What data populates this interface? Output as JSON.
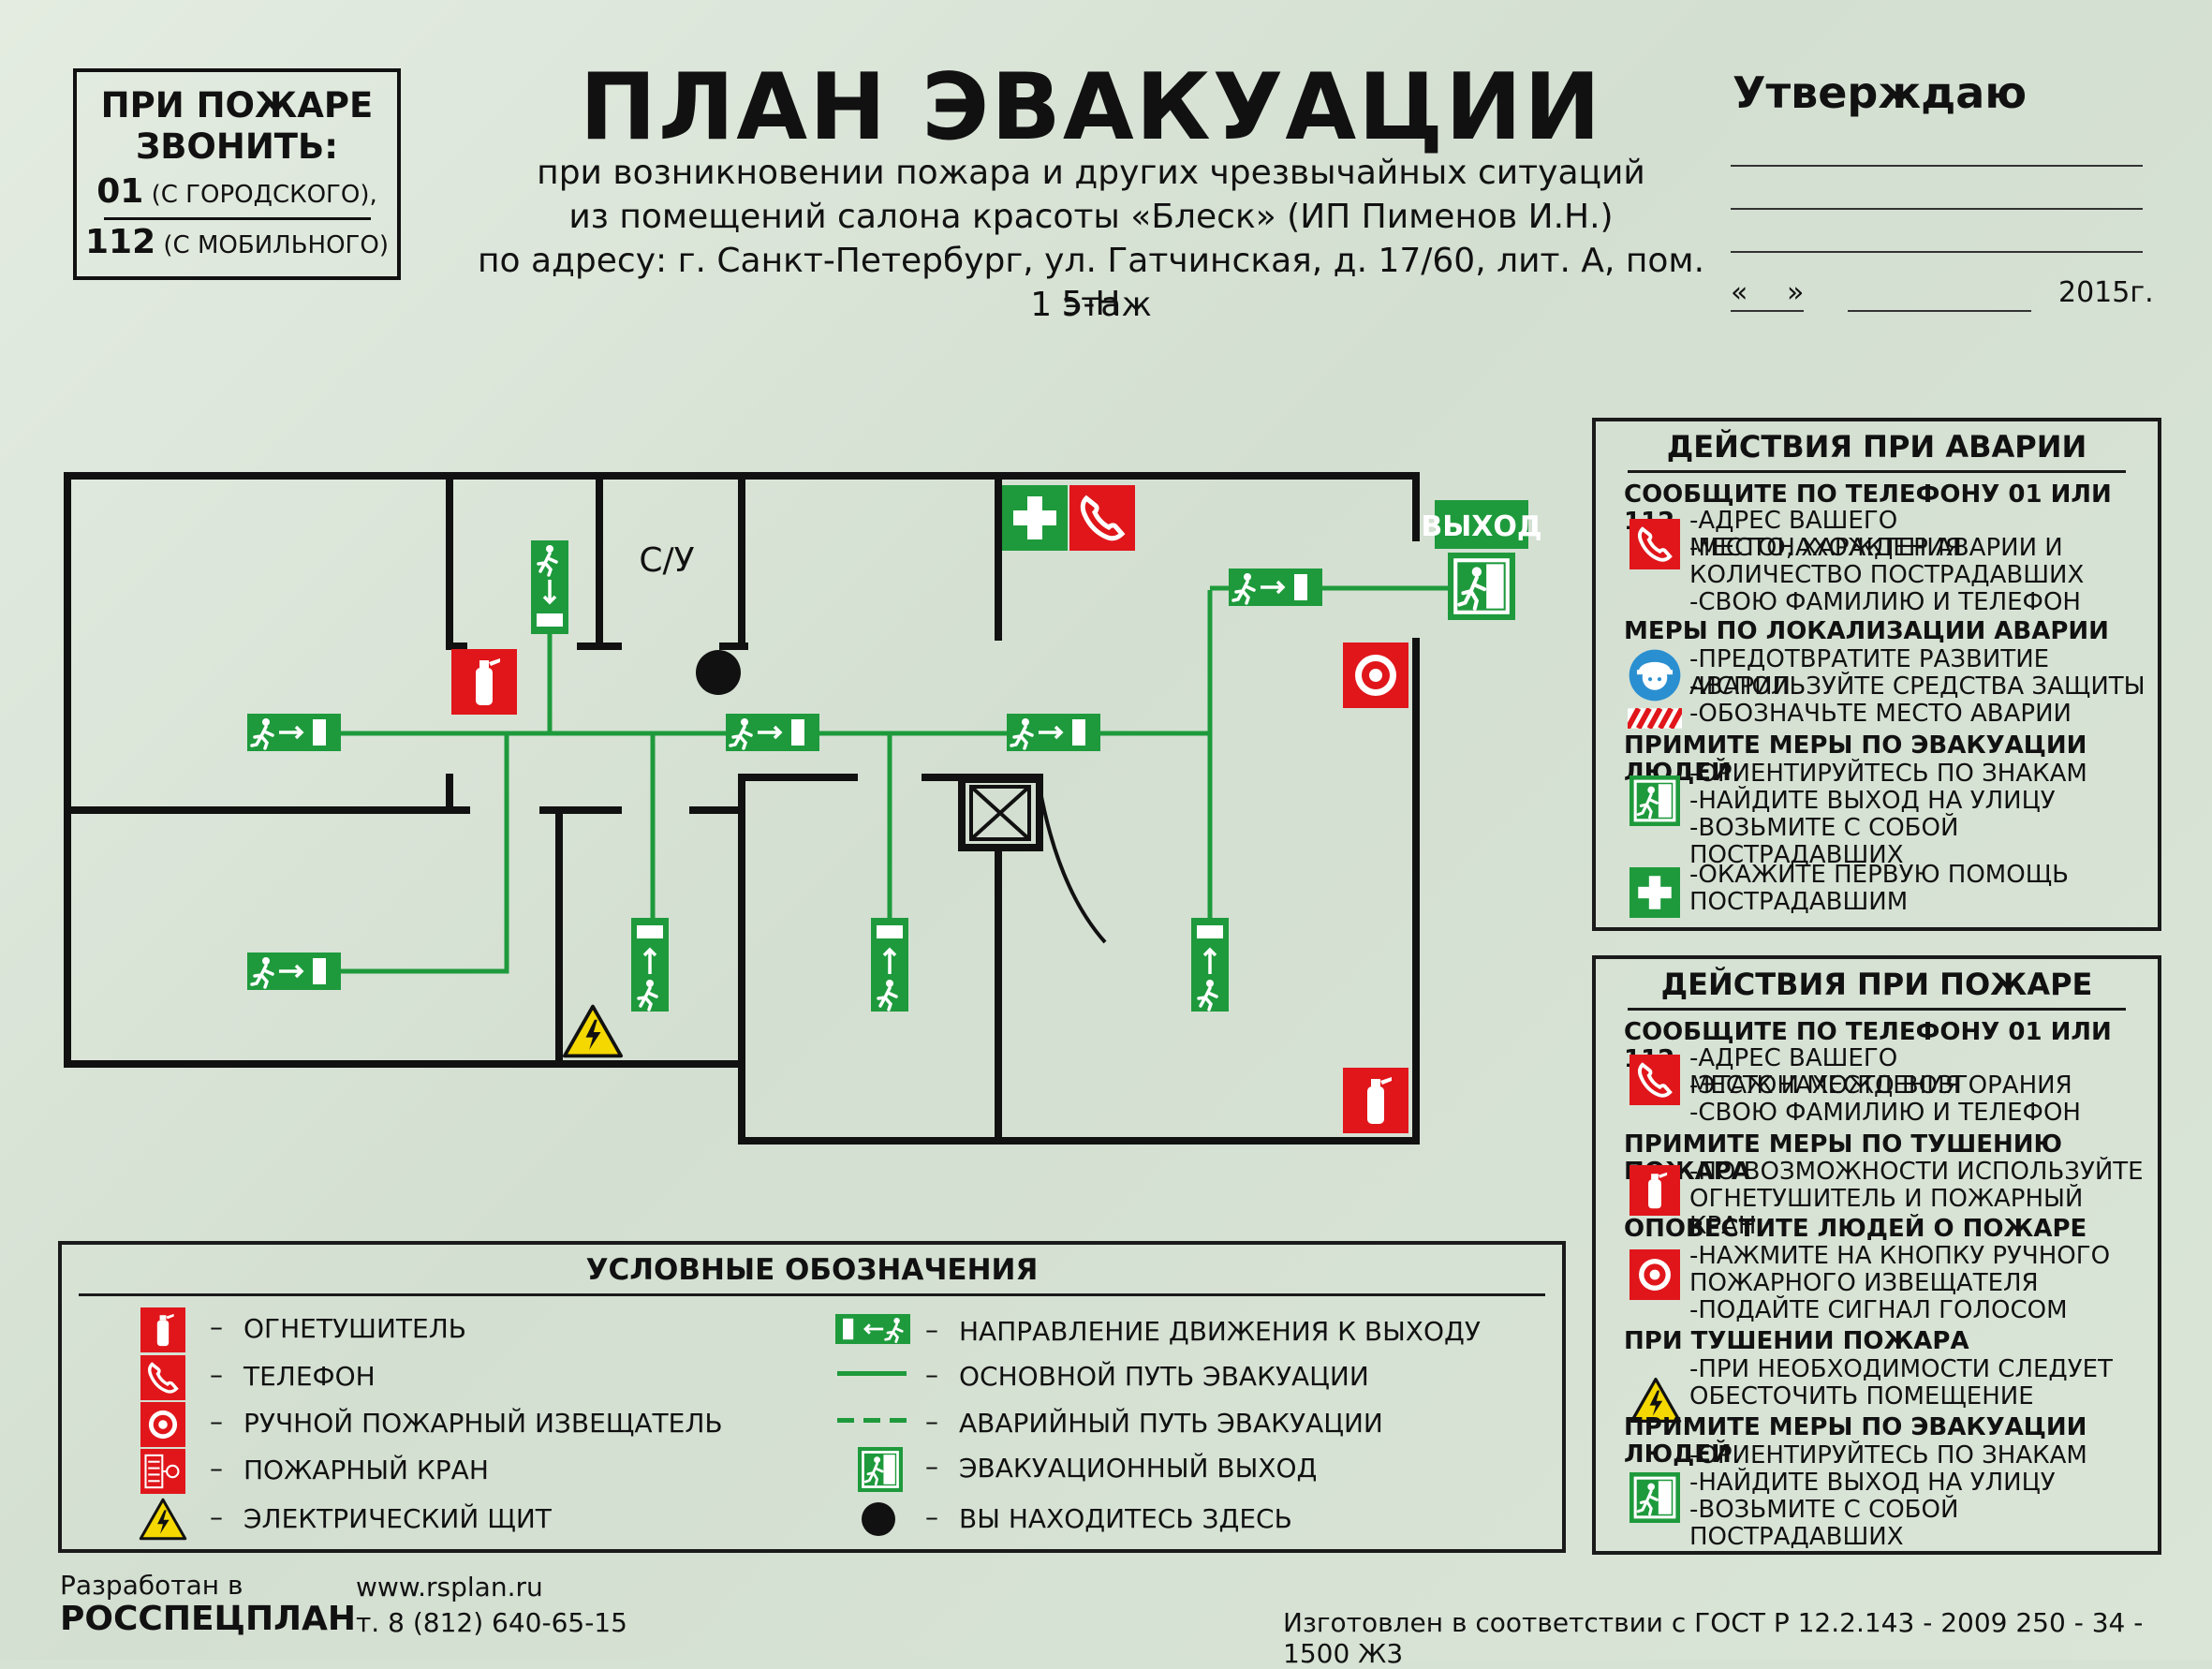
{
  "call_box": {
    "heading_line1": "ПРИ ПОЖАРЕ",
    "heading_line2": "ЗВОНИТЬ:",
    "city_number": "01",
    "city_note": "(С ГОРОДСКОГО),",
    "mobile_number": "112",
    "mobile_note": "(С МОБИЛЬНОГО)"
  },
  "header": {
    "title": "ПЛАН ЭВАКУАЦИИ",
    "line1": "при возникновении пожара и других чрезвычайных ситуаций",
    "line2": "из помещений салона красоты «Блеск» (ИП Пименов И.Н.)",
    "line3": "по адресу: г. Санкт-Петербург, ул. Гатчинская, д. 17/60, лит. А, пом. 5-Н",
    "line4": "1 этаж"
  },
  "approve": {
    "label": "Утверждаю",
    "date_open": "«",
    "date_close": "»",
    "year": "2015г."
  },
  "plan": {
    "room_label": "С/У",
    "exit_label": "ВЫХОД"
  },
  "accident_panel": {
    "title": "ДЕЙСТВИЯ ПРИ АВАРИИ",
    "s1_head": "СООБЩИТЕ ПО ТЕЛЕФОНУ  01 ИЛИ 112",
    "s1_l1": "-АДРЕС ВАШЕГО МЕСТОНАХОЖДЕНИЯ",
    "s1_l2": "-МЕСТО, ХАРАКТЕР АВАРИИ И",
    "s1_l3": "КОЛИЧЕСТВО ПОСТРАДАВШИХ",
    "s1_l4": "-СВОЮ ФАМИЛИЮ И  ТЕЛЕФОН",
    "s2_head": "МЕРЫ ПО ЛОКАЛИЗАЦИИ АВАРИИ",
    "s2_l1": "-ПРЕДОТВРАТИТЕ РАЗВИТИЕ АВАРИИ",
    "s2_l2": "-ИСПОЛЬЗУЙТЕ СРЕДСТВА ЗАЩИТЫ",
    "s2_l3": "-ОБОЗНАЧЬТЕ МЕСТО АВАРИИ",
    "s3_head": "ПРИМИТЕ МЕРЫ ПО ЭВАКУАЦИИ ЛЮДЕЙ",
    "s3_l1": "-ОРИЕНТИРУЙТЕСЬ ПО ЗНАКАМ",
    "s3_l2": "-НАЙДИТЕ ВЫХОД НА УЛИЦУ",
    "s3_l3": "-ВОЗЬМИТЕ С СОБОЙ ПОСТРАДАВШИХ",
    "s4_l1": "-ОКАЖИТЕ ПЕРВУЮ ПОМОЩЬ",
    "s4_l2": "ПОСТРАДАВШИМ"
  },
  "fire_panel": {
    "title": "ДЕЙСТВИЯ ПРИ ПОЖАРЕ",
    "s1_head": "СООБЩИТЕ ПО ТЕЛЕФОНУ  01 ИЛИ 112",
    "s1_l1": "-АДРЕС ВАШЕГО МЕСТОНАХОЖДЕНИЯ",
    "s1_l2": "-ЭТАЖ И МЕСТО ВОЗГОРАНИЯ",
    "s1_l3": "-СВОЮ ФАМИЛИЮ И  ТЕЛЕФОН",
    "s2_head": "ПРИМИТЕ МЕРЫ ПО ТУШЕНИЮ ПОЖАРА",
    "s2_l1": "-ПО ВОЗМОЖНОСТИ ИСПОЛЬЗУЙТЕ",
    "s2_l2": "ОГНЕТУШИТЕЛЬ И ПОЖАРНЫЙ КРАН",
    "s3_head": "ОПОВЕСТИТЕ ЛЮДЕЙ О ПОЖАРЕ",
    "s3_l1": "-НАЖМИТЕ НА КНОПКУ РУЧНОГО",
    "s3_l2": " ПОЖАРНОГО ИЗВЕЩАТЕЛЯ",
    "s3_l3": "-ПОДАЙТЕ СИГНАЛ ГОЛОСОМ",
    "s4_head": "ПРИ ТУШЕНИИ ПОЖАРА",
    "s4_l1": "-ПРИ НЕОБХОДИМОСТИ СЛЕДУЕТ",
    "s4_l2": "ОБЕСТОЧИТЬ ПОМЕЩЕНИЕ",
    "s5_head": "ПРИМИТЕ МЕРЫ ПО ЭВАКУАЦИИ ЛЮДЕЙ",
    "s5_l1": "-ОРИЕНТИРУЙТЕСЬ ПО ЗНАКАМ",
    "s5_l2": "-НАЙДИТЕ ВЫХОД НА УЛИЦУ",
    "s5_l3": "-ВОЗЬМИТЕ С СОБОЙ ПОСТРАДАВШИХ"
  },
  "legend": {
    "title": "УСЛОВНЫЕ ОБОЗНАЧЕНИЯ",
    "dash": "–",
    "extinguisher": "ОГНЕТУШИТЕЛЬ",
    "phone": "ТЕЛЕФОН",
    "alarm": "РУЧНОЙ ПОЖАРНЫЙ ИЗВЕЩАТЕЛЬ",
    "hydrant": "ПОЖАРНЫЙ КРАН",
    "electric": "ЭЛЕКТРИЧЕСКИЙ ЩИТ",
    "direction": "НАПРАВЛЕНИЕ ДВИЖЕНИЯ К ВЫХОДУ",
    "main_path": "ОСНОВНОЙ ПУТЬ ЭВАКУАЦИИ",
    "emergency_path": "АВАРИЙНЫЙ ПУТЬ ЭВАКУАЦИИ",
    "exit": "ЭВАКУАЦИОННЫЙ ВЫХОД",
    "you_are_here": "ВЫ НАХОДИТЕСЬ ЗДЕСЬ"
  },
  "footer": {
    "developed_by": "Разработан в",
    "company": "РОССПЕЦПЛАН",
    "website": "www.rsplan.ru",
    "phone": "т. 8 (812) 640-65-15",
    "standard": "Изготовлен в соответствии с ГОСТ Р 12.2.143 - 2009 250 - 34 - 1500 Ж3"
  },
  "colors": {
    "sign_green": "#1e9a3c",
    "path_green": "#1e9a3c",
    "fire_red": "#e0161b",
    "wall": "#111111",
    "warning_yellow": "#f4d800"
  }
}
